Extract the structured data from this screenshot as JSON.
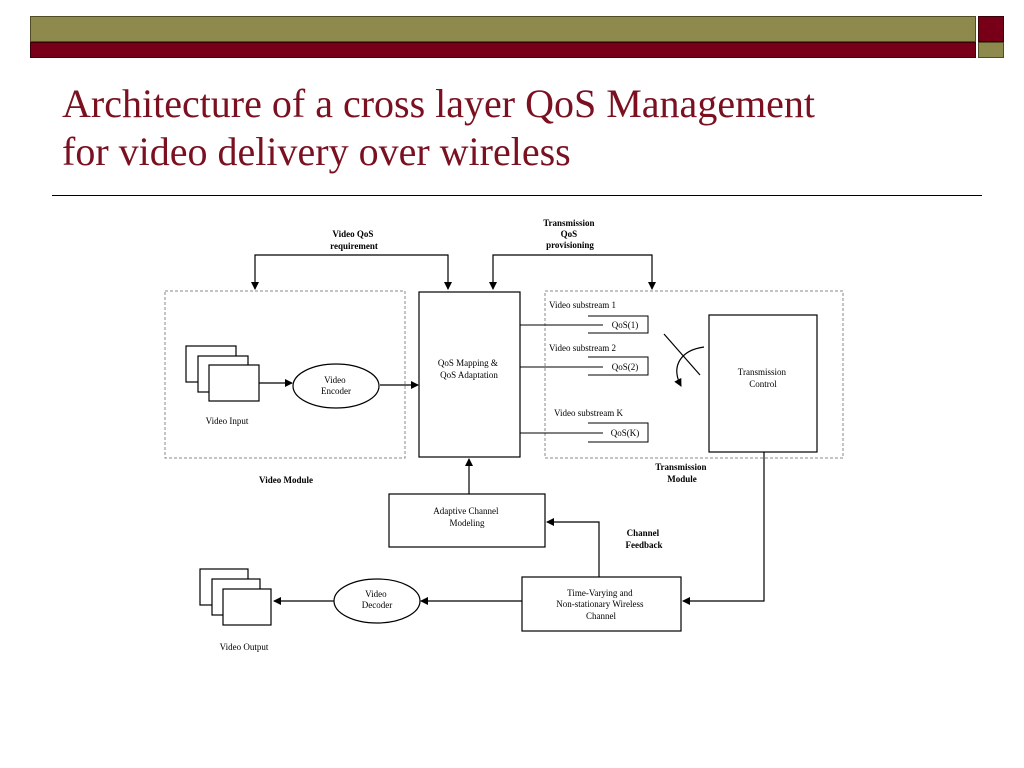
{
  "slide": {
    "title_line1": "Architecture of a cross layer QoS Management",
    "title_line2": "for video delivery over wireless"
  },
  "diagram": {
    "video_qos_req": [
      "Video QoS",
      "requirement"
    ],
    "transmission_qos_prov": [
      "Transmission",
      "QoS",
      "provisioning"
    ],
    "video_input": "Video Input",
    "video_encoder": [
      "Video",
      "Encoder"
    ],
    "qos_mapping": [
      "QoS Mapping &",
      "QoS Adaptation"
    ],
    "video_module": "Video Module",
    "substreams": [
      {
        "label": "Video substream 1",
        "qos": "QoS(1)"
      },
      {
        "label": "Video substream 2",
        "qos": "QoS(2)"
      },
      {
        "label": "Video substream K",
        "qos": "QoS(K)"
      }
    ],
    "transmission_control": [
      "Transmission",
      "Control"
    ],
    "transmission_module": [
      "Transmission",
      "Module"
    ],
    "adaptive_channel": [
      "Adaptive Channel",
      "Modeling"
    ],
    "channel_feedback": [
      "Channel",
      "Feedback"
    ],
    "wireless_channel": [
      "Time-Varying and",
      "Non-stationary Wireless",
      "Channel"
    ],
    "video_decoder": [
      "Video",
      "Decoder"
    ],
    "video_output": "Video Output"
  }
}
